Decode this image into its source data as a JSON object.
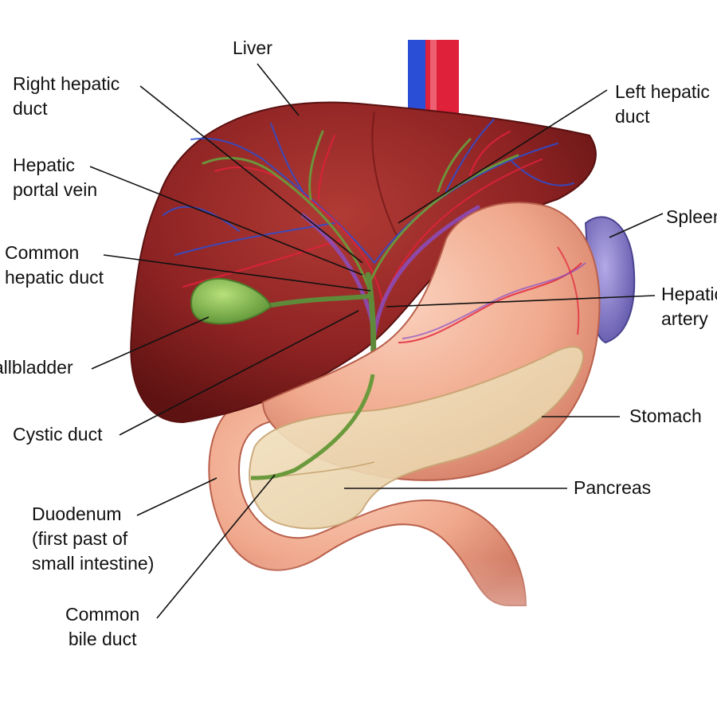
{
  "labels": {
    "liver": "Liver",
    "right_hepatic_duct": "Right hepatic\nduct",
    "left_hepatic_duct": "Left hepatic\nduct",
    "hepatic_portal_vein": "Hepatic\nportal vein",
    "spleen": "Spleen",
    "common_hepatic_duct": "Common\nhepatic duct",
    "hepatic_artery": "Hepatic\nartery",
    "gallbladder": "Gallbladder",
    "stomach": "Stomach",
    "cystic_duct": "Cystic duct",
    "pancreas": "Pancreas",
    "duodenum": "Duodenum\n(first past of\nsmall intestine)",
    "common_bile_duct": "Common\nbile duct"
  },
  "colors": {
    "liver": "#8e2323",
    "stomach": "#f0a98d",
    "pancreas": "#efdcb7",
    "gallbladder": "#7fb347",
    "spleen": "#8a7fc9",
    "artery": "#e0213a",
    "vein": "#2a4fd6",
    "bile_duct": "#5f8a3a"
  }
}
